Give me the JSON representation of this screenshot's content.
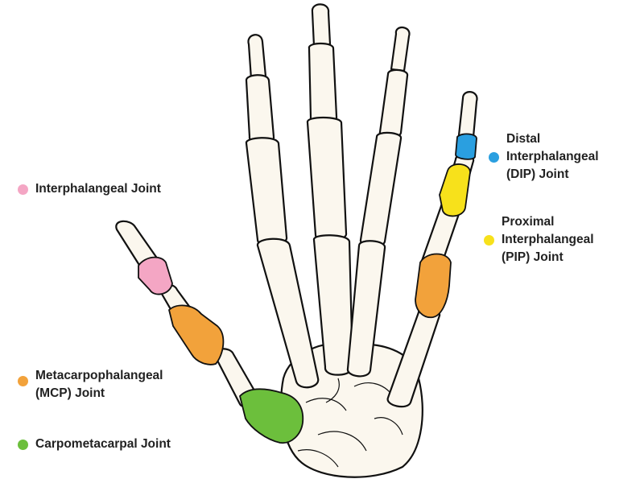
{
  "labels": {
    "interphalangeal": "Interphalangeal Joint",
    "distal": "Distal\nInterphalangeal\n(DIP) Joint",
    "proximal": "Proximal\nInterphalangeal\n(PIP) Joint",
    "mcp": "Metacarpophalangeal\n(MCP) Joint",
    "carpometacarpal": "Carpometacarpal Joint"
  },
  "colors": {
    "interphalangeal": "#f4a6c4",
    "distal": "#2a9fe0",
    "proximal": "#f7e11b",
    "mcp": "#f2a23b",
    "carpometacarpal": "#6cbf3c",
    "bone": "#fbf7ee",
    "outline": "#111111"
  }
}
